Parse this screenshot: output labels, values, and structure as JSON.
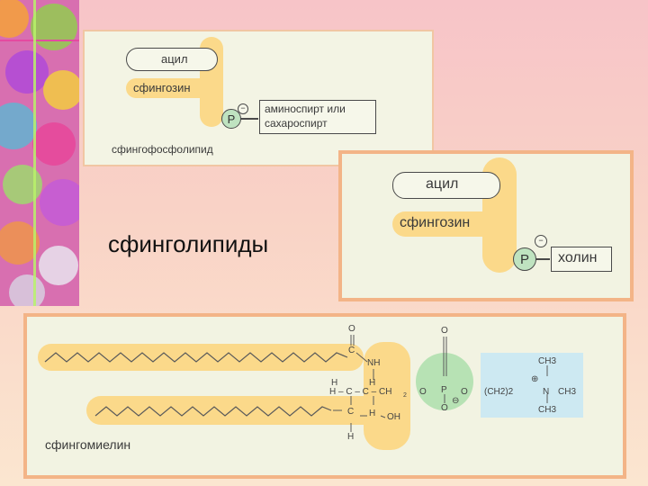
{
  "slide_title": "сфинголипиды",
  "panel_top": {
    "acyl": "ацил",
    "sphingosine": "сфингозин",
    "phosphate": "P",
    "charge": "−",
    "group_line1": "аминоспирт или",
    "group_line2": "сахароспирт",
    "caption": "сфингофосфолипид"
  },
  "panel_mid": {
    "acyl": "ацил",
    "sphingosine": "сфингозин",
    "phosphate": "P",
    "charge": "−",
    "group": "холин"
  },
  "panel_bottom": {
    "caption": "сфингомиелин",
    "atoms": {
      "o_top": "O",
      "c_carbonyl": "C",
      "nh": "NH",
      "h_left": "H",
      "h_c_row": "H – C – C – CH",
      "ch2_sub": "2",
      "c_low": "C",
      "h_low": "H",
      "oh": "OH",
      "h_bottom": "H",
      "h_mid": "H",
      "o_link1": "O",
      "p": "P",
      "o_link2": "O",
      "o_top_p": "O",
      "o_bottom_p": "O",
      "minus": "⊖",
      "ch2_chain": "(CH2)2",
      "n": "N",
      "plus": "⊕",
      "ch3_top": "CH3",
      "ch3_right": "CH3",
      "ch3_bottom": "CH3"
    }
  },
  "colors": {
    "highlight_yellow": "#fbd98a",
    "phosphate_green": "#b7e2b4",
    "choline_blue": "#cde9f2",
    "panel_border": "#f3b487"
  }
}
